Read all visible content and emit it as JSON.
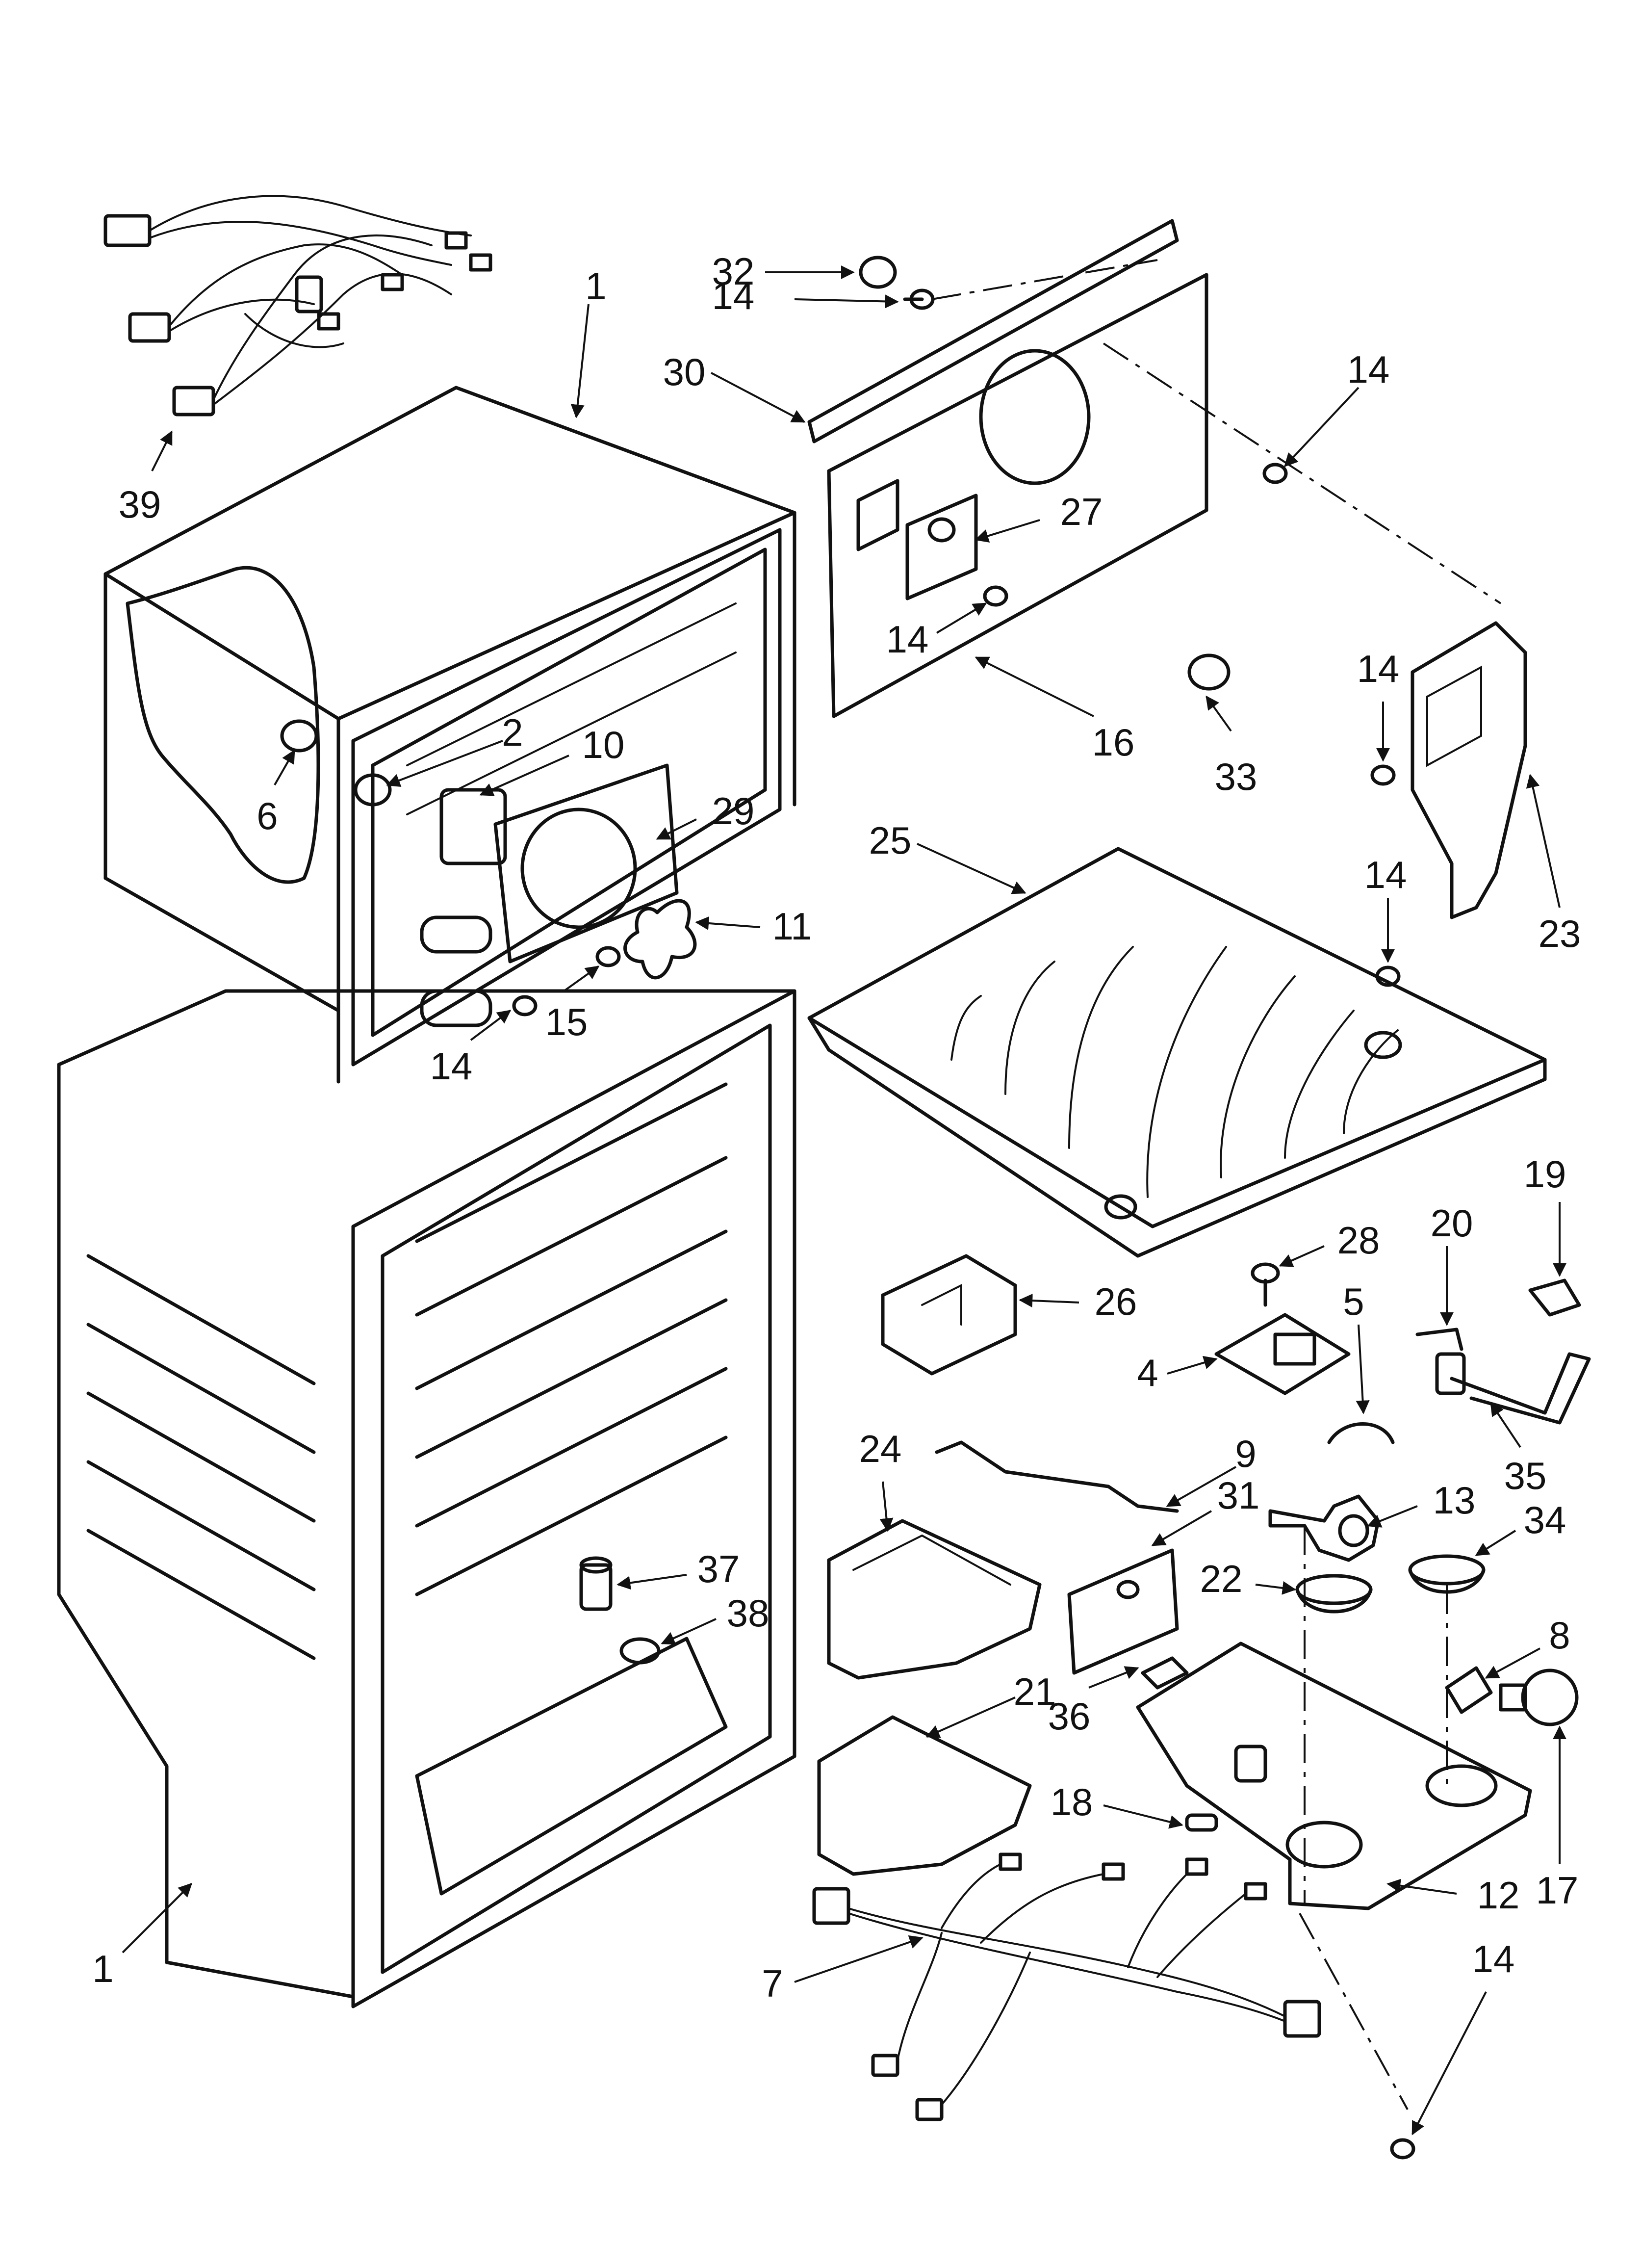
{
  "callouts": [
    {
      "key": "c1a",
      "label": "1"
    },
    {
      "key": "c1b",
      "label": "1"
    },
    {
      "key": "c2",
      "label": "2"
    },
    {
      "key": "c4",
      "label": "4"
    },
    {
      "key": "c5",
      "label": "5"
    },
    {
      "key": "c6",
      "label": "6"
    },
    {
      "key": "c7",
      "label": "7"
    },
    {
      "key": "c8",
      "label": "8"
    },
    {
      "key": "c9",
      "label": "9"
    },
    {
      "key": "c10",
      "label": "10"
    },
    {
      "key": "c11",
      "label": "11"
    },
    {
      "key": "c12",
      "label": "12"
    },
    {
      "key": "c13",
      "label": "13"
    },
    {
      "key": "c14a",
      "label": "14"
    },
    {
      "key": "c14b",
      "label": "14"
    },
    {
      "key": "c14c",
      "label": "14"
    },
    {
      "key": "c14d",
      "label": "14"
    },
    {
      "key": "c14e",
      "label": "14"
    },
    {
      "key": "c14f",
      "label": "14"
    },
    {
      "key": "c14g",
      "label": "14"
    },
    {
      "key": "c15",
      "label": "15"
    },
    {
      "key": "c16",
      "label": "16"
    },
    {
      "key": "c17",
      "label": "17"
    },
    {
      "key": "c18",
      "label": "18"
    },
    {
      "key": "c19",
      "label": "19"
    },
    {
      "key": "c20",
      "label": "20"
    },
    {
      "key": "c21",
      "label": "21"
    },
    {
      "key": "c22",
      "label": "22"
    },
    {
      "key": "c23",
      "label": "23"
    },
    {
      "key": "c24",
      "label": "24"
    },
    {
      "key": "c25",
      "label": "25"
    },
    {
      "key": "c26",
      "label": "26"
    },
    {
      "key": "c27",
      "label": "27"
    },
    {
      "key": "c28",
      "label": "28"
    },
    {
      "key": "c29",
      "label": "29"
    },
    {
      "key": "c30",
      "label": "30"
    },
    {
      "key": "c31",
      "label": "31"
    },
    {
      "key": "c32",
      "label": "32"
    },
    {
      "key": "c33",
      "label": "33"
    },
    {
      "key": "c34",
      "label": "34"
    },
    {
      "key": "c35",
      "label": "35"
    },
    {
      "key": "c36",
      "label": "36"
    },
    {
      "key": "c37",
      "label": "37"
    },
    {
      "key": "c38",
      "label": "38"
    },
    {
      "key": "c39",
      "label": "39"
    }
  ],
  "colors": {
    "ink": "#111111",
    "paper": "#ffffff"
  }
}
